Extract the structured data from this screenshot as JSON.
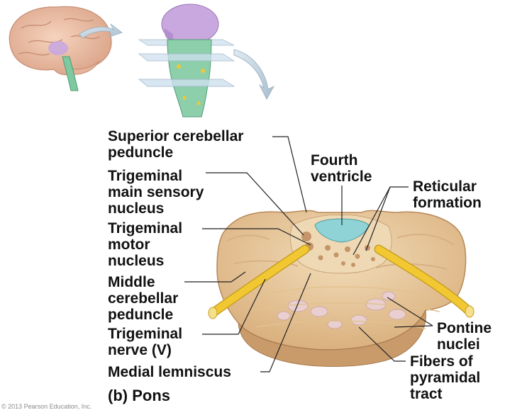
{
  "labels": {
    "superior_cerebellar_peduncle": "Superior cerebellar\npeduncle",
    "trigeminal_main_sensory_nucleus": "Trigeminal\nmain sensory\nnucleus",
    "trigeminal_motor_nucleus": "Trigeminal\nmotor\nnucleus",
    "middle_cerebellar_peduncle": "Middle\ncerebellar\npeduncle",
    "trigeminal_nerve": "Trigeminal\nnerve (V)",
    "medial_lemniscus": "Medial lemniscus",
    "fourth_ventricle": "Fourth\nventricle",
    "reticular_formation": "Reticular\nformation",
    "pontine_nuclei": "Pontine\nnuclei",
    "fibers_of_pyramidal_tract": "Fibers of\npyramidal\ntract"
  },
  "caption": {
    "part": "(b)",
    "title": "Pons"
  },
  "copyright": "© 2013 Pearson Education, Inc.",
  "colors": {
    "tissue": "#e8c9a0",
    "tissue_shadow": "#c99a6a",
    "nerve": "#f2c832",
    "ventricle": "#8fd3d6",
    "brainstem": "#7fc8a0",
    "thalamus": "#c9a7df",
    "leader_line": "#222222"
  }
}
